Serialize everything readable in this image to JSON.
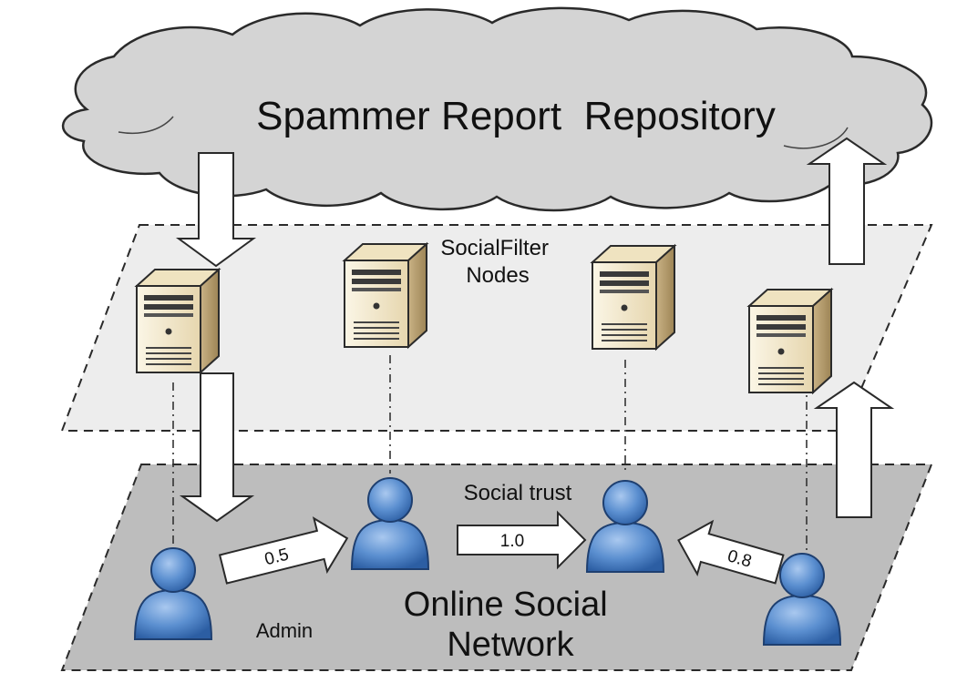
{
  "cloud": {
    "label": "Spammer Report  Repository"
  },
  "layers": {
    "top_label": "SocialFilter\nNodes",
    "bottom_label": "Online Social\nNetwork"
  },
  "users": {
    "admin_label": "Admin",
    "trust_label": "Social trust"
  },
  "trust_edges": [
    {
      "value": "0.5"
    },
    {
      "value": "1.0"
    },
    {
      "value": "0.8"
    }
  ],
  "colors": {
    "cloud_fill": "#d4d4d4",
    "top_plane_fill": "#ededed",
    "bottom_plane_fill": "#bdbdbd",
    "server_face": "#f3e9cf",
    "server_side": "#b59c6c",
    "user_blue": "#5b8fd0"
  },
  "icons": [
    "cloud-icon",
    "server-icon",
    "user-icon",
    "arrow-icon"
  ]
}
